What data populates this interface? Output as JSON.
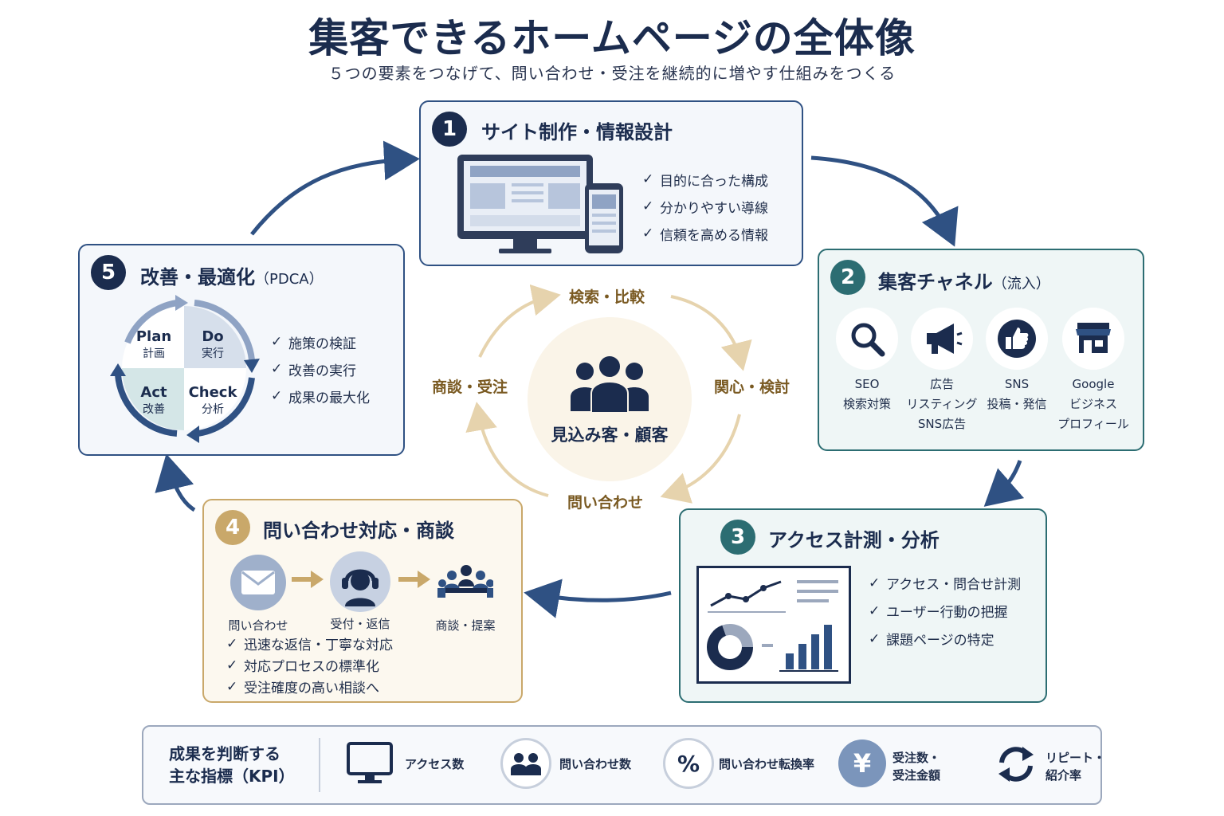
{
  "header": {
    "title": "集客できるホームページの全体像",
    "subtitle": "５つの要素をつなげて、問い合わせ・受注を継続的に増やす仕組みをつくる"
  },
  "colors": {
    "navy": "#1b2c4e",
    "blue": "#2f5183",
    "teal": "#2c6d72",
    "gold": "#c9a86a",
    "beige": "#faf4e8"
  },
  "step1": {
    "number": "1",
    "title": "サイト制作・情報設計",
    "checks": [
      "目的に合った構成",
      "分かりやすい導線",
      "信頼を高める情報"
    ]
  },
  "step2": {
    "number": "2",
    "title": "集客チャネル",
    "title_sub": "（流入）",
    "channels": [
      {
        "icon": "search-icon",
        "line1": "SEO",
        "line2": "検索対策",
        "line3": ""
      },
      {
        "icon": "megaphone-icon",
        "line1": "広告",
        "line2": "リスティング",
        "line3": "SNS広告"
      },
      {
        "icon": "thumbs-up-icon",
        "line1": "SNS",
        "line2": "投稿・発信",
        "line3": ""
      },
      {
        "icon": "storefront-icon",
        "line1": "Google",
        "line2": "ビジネス",
        "line3": "プロフィール"
      }
    ]
  },
  "step3": {
    "number": "3",
    "title": "アクセス計測・分析",
    "checks": [
      "アクセス・問合せ計測",
      "ユーザー行動の把握",
      "課題ページの特定"
    ]
  },
  "step4": {
    "number": "4",
    "title": "問い合わせ対応・商談",
    "flow": [
      {
        "icon": "envelope-icon",
        "label": "問い合わせ"
      },
      {
        "icon": "headset-icon",
        "label": "受付・返信"
      },
      {
        "icon": "meeting-icon",
        "label": "商談・提案"
      }
    ],
    "checks": [
      "迅速な返信・丁寧な対応",
      "対応プロセスの標準化",
      "受注確度の高い相談へ"
    ]
  },
  "step5": {
    "number": "5",
    "title": "改善・最適化",
    "title_sub": "（PDCA）",
    "pdca": [
      {
        "en": "Plan",
        "ja": "計画"
      },
      {
        "en": "Do",
        "ja": "実行"
      },
      {
        "en": "Check",
        "ja": "分析"
      },
      {
        "en": "Act",
        "ja": "改善"
      }
    ],
    "checks": [
      "施策の検証",
      "改善の実行",
      "成果の最大化"
    ]
  },
  "center": {
    "label": "見込み客・顧客",
    "cycle": [
      "検索・比較",
      "関心・検討",
      "問い合わせ",
      "商談・受注"
    ]
  },
  "kpi": {
    "heading_line1": "成果を判断する",
    "heading_line2": "主な指標（KPI）",
    "items": [
      {
        "icon": "monitor-icon",
        "line1": "アクセス数",
        "line2": ""
      },
      {
        "icon": "users-icon",
        "line1": "問い合わせ数",
        "line2": ""
      },
      {
        "icon": "percent-icon",
        "symbol": "%",
        "line1": "問い合わせ転換率",
        "line2": ""
      },
      {
        "icon": "yen-icon",
        "symbol": "¥",
        "line1": "受注数・",
        "line2": "受注金額"
      },
      {
        "icon": "repeat-icon",
        "line1": "リピート・",
        "line2": "紹介率"
      }
    ]
  }
}
